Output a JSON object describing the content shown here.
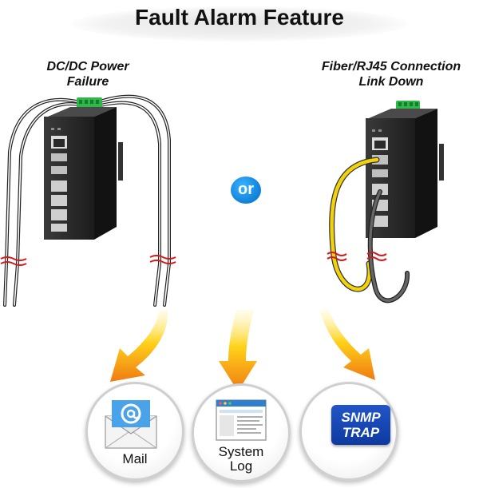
{
  "title": "Fault Alarm Feature",
  "left_caption": {
    "line1": "DC/DC Power",
    "line2": "Failure"
  },
  "right_caption": {
    "line1": "Fiber/RJ45 Connection",
    "line2": "Link Down"
  },
  "or_label": "or",
  "outputs": {
    "mail": {
      "label": "Mail",
      "icon": "envelope-at-icon"
    },
    "log": {
      "line1": "System",
      "line2": "Log",
      "icon": "log-window-icon"
    },
    "snmp": {
      "line1": "SNMP",
      "line2": "TRAP",
      "icon": "snmp-trap-icon"
    }
  },
  "colors": {
    "arrow_orange": "#f07a12",
    "arrow_yellow": "#ffd21a",
    "switch_body": "#2b2b2b",
    "terminal_green": "#2fb84a",
    "fiber_yellow": "#f2d20a",
    "cable_gray": "#555555",
    "or_blue": "#1487de",
    "snmp_blue": "#1a4bbd"
  }
}
